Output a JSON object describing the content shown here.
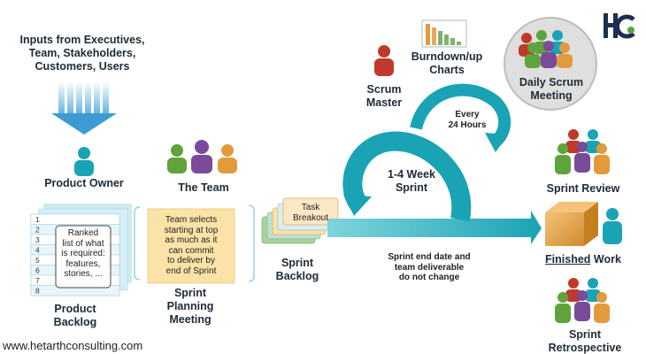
{
  "inputs": {
    "text": "Inputs from Executives,\nTeam, Stakeholders,\nCustomers, Users"
  },
  "product_owner": {
    "label": "Product Owner"
  },
  "the_team": {
    "label": "The Team"
  },
  "scrum_master": {
    "label": "Scrum\nMaster"
  },
  "burndown": {
    "label": "Burndown/up\nCharts"
  },
  "daily_scrum": {
    "label": "Daily Scrum\nMeeting"
  },
  "every_24": {
    "label": "Every\n24 Hours"
  },
  "sprint_cycle": {
    "label": "1-4 Week\nSprint"
  },
  "product_backlog": {
    "label": "Product\nBacklog",
    "rows": [
      "1",
      "2",
      "3",
      "4",
      "5",
      "6",
      "7",
      "8"
    ],
    "note": "Ranked\nlist of what\nis required:\nfeatures,\nstories, ..."
  },
  "planning": {
    "label": "Sprint\nPlanning\nMeeting",
    "note": "Team selects\nstarting at top\nas much as it\ncan commit\nto deliver by\nend of Sprint"
  },
  "sprint_backlog": {
    "label": "Sprint\nBacklog",
    "task_label": "Task\nBreakout"
  },
  "sprint_end": {
    "label": "Sprint end date and\nteam deliverable\ndo not change"
  },
  "sprint_review": {
    "label": "Sprint Review"
  },
  "finished_work": {
    "underlined": "Finished",
    "rest": " Work"
  },
  "retro": {
    "label": "Sprint\nRetrospective"
  },
  "website": {
    "text": "www.hetarthconsulting.com"
  },
  "logo": {
    "text": "HC"
  },
  "colors": {
    "teal": "#1aa3b4",
    "dark_teal": "#0e6f86",
    "green": "#5ea33b",
    "purple": "#7a4a9b",
    "orange": "#e39a3b",
    "red": "#c0392b",
    "navy": "#1b2f52"
  }
}
